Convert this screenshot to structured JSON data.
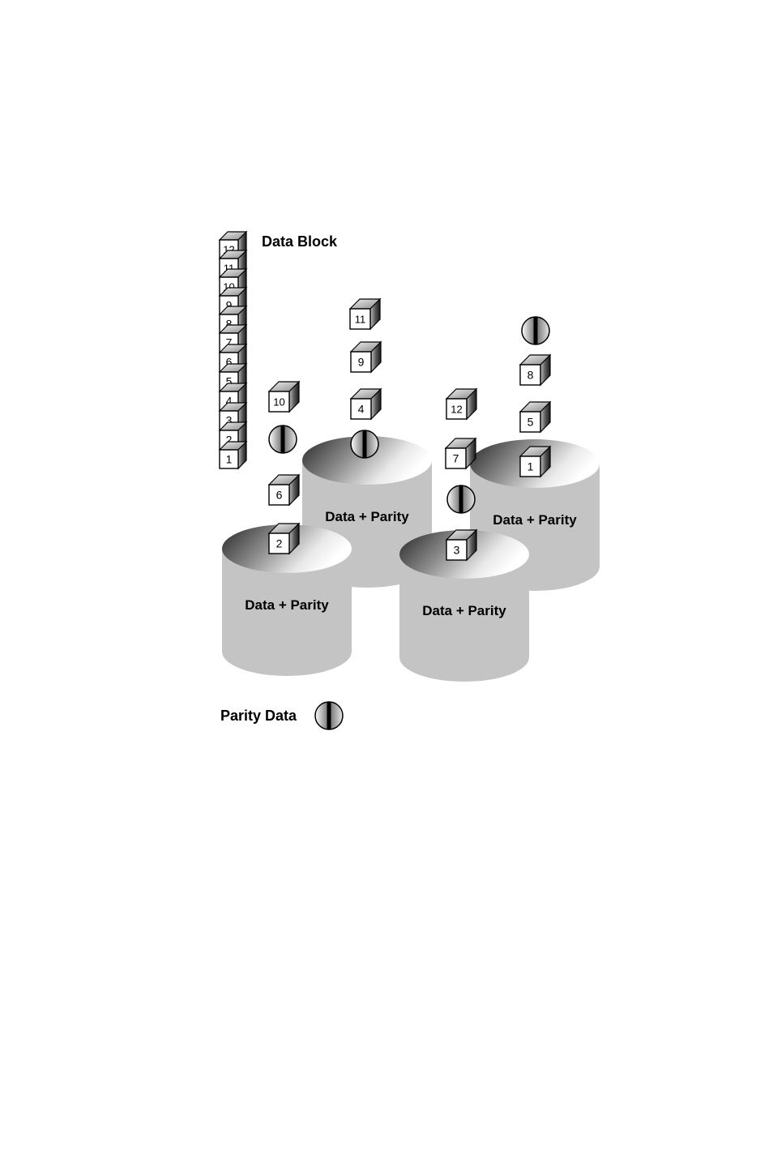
{
  "legend": {
    "data_block_label": "Data Block",
    "parity_label": "Parity Data"
  },
  "stack": {
    "blocks": [
      "12",
      "11",
      "10",
      "9",
      "8",
      "7",
      "6",
      "5",
      "4",
      "3",
      "2",
      "1"
    ]
  },
  "disks": [
    {
      "label": "Data + Parity",
      "column": [
        "10",
        "parity",
        "6",
        "2"
      ]
    },
    {
      "label": "Data + Parity",
      "column": [
        "11",
        "9",
        "4",
        "parity"
      ]
    },
    {
      "label": "Data + Parity",
      "column": [
        "12",
        "7",
        "parity",
        "3"
      ]
    },
    {
      "label": "Data + Parity",
      "column": [
        "parity",
        "8",
        "5",
        "1"
      ]
    }
  ],
  "colors": {
    "disk_body": "#c4c4c4",
    "disk_top_dark": "#2e2e2e",
    "cube_front": "#ffffff",
    "cube_side": "#3a3a3a",
    "outline": "#000000"
  }
}
